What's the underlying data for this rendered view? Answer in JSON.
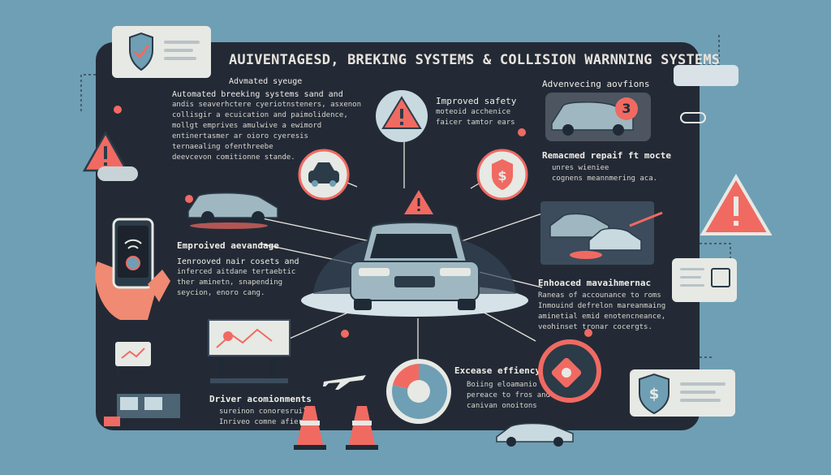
{
  "title": "AUIVENTAGESD, BREKING SYSTEMS & COLLISION WARNNING SYSTEMS",
  "sections": {
    "automated": {
      "heading": "Advmated syeuge",
      "lines": [
        "Automated breeking systems sand and",
        "andis seaverhctere cyeriotnsteners, asxenon",
        "collisgir a ecuication and paimolidence,",
        "mollgt emprives amulwive a ewimord",
        "entinertasmer ar oioro cyeresis",
        "ternaealing ofenthreebe",
        "deevcevon comitionne stande."
      ]
    },
    "improved_safety": {
      "heading": "Improved safety",
      "lines": [
        "moteoid acchenice",
        "faicer tamtor ears"
      ]
    },
    "advancing": {
      "heading": "Advenvecing aovfions"
    },
    "remaced": {
      "heading": "Remacmed repaif ft mocte",
      "lines": [
        "unres wieniee",
        "cognens meannmering aca."
      ]
    },
    "emproved": {
      "heading": "Emproived aevandage",
      "lines": [
        "Ienrooved nair cosets and",
        "inferced aitdane tertaebtic",
        "ther aminetn, snapending",
        "seycion, enoro cang."
      ]
    },
    "enhanced": {
      "heading": "Enhoaced mavaihmernac",
      "lines": [
        "Raneas of accounance to roms",
        "Inmouind defrelon mareanmaing",
        "aminetial emid enotencneance,",
        "veohinset tronar cocergts."
      ]
    },
    "excease": {
      "heading": "Excease effiency",
      "lines": [
        "Boiing eloamanio",
        "pereace to fros and",
        "canivan onoitons"
      ]
    },
    "driver": {
      "heading": "Driver acomionments",
      "lines": [
        "sureinon conoresruiles",
        "Inriveo comne afiers."
      ]
    }
  },
  "badges": {
    "count_badge": "3"
  },
  "colors": {
    "background": "#6f9fb4",
    "panel": "#232a36",
    "accent_red": "#f06a62",
    "car_body": "#9fb7c1",
    "platform": "#c9d9e0"
  },
  "icons": [
    "shield-check-icon",
    "warning-triangle-icon",
    "dollar-shield-icon",
    "phone-wifi-icon",
    "airplane-icon",
    "traffic-cone-icon",
    "gear-icon",
    "car-icon",
    "pie-chart-icon"
  ]
}
